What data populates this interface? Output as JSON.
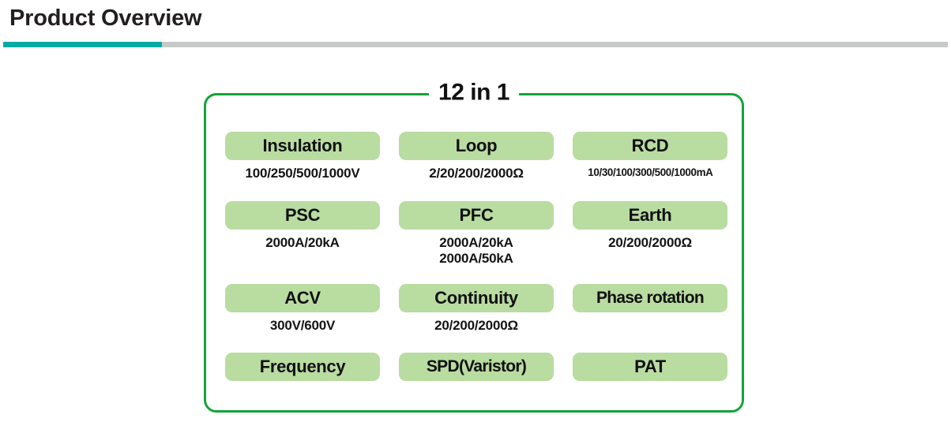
{
  "header": {
    "title": "Product Overview",
    "accent_color": "#00aba4",
    "rule_color": "#c6cac9"
  },
  "panel": {
    "title": "12 in 1",
    "border_color": "#14a33a",
    "chip_color": "#b9dca1"
  },
  "features": [
    {
      "name": "Insulation",
      "specs": [
        "100/250/500/1000V"
      ]
    },
    {
      "name": "Loop",
      "specs": [
        "2/20/200/2000Ω"
      ]
    },
    {
      "name": "RCD",
      "specs": [
        "10/30/100/300/500/1000mA"
      ]
    },
    {
      "name": "PSC",
      "specs": [
        "2000A/20kA"
      ]
    },
    {
      "name": "PFC",
      "specs": [
        "2000A/20kA",
        "2000A/50kA"
      ]
    },
    {
      "name": "Earth",
      "specs": [
        "20/200/2000Ω"
      ]
    },
    {
      "name": "ACV",
      "specs": [
        "300V/600V"
      ]
    },
    {
      "name": "Continuity",
      "specs": [
        "20/200/2000Ω"
      ]
    },
    {
      "name": "Phase rotation",
      "specs": []
    },
    {
      "name": "Frequency",
      "specs": []
    },
    {
      "name": "SPD(Varistor)",
      "specs": []
    },
    {
      "name": "PAT",
      "specs": []
    }
  ]
}
